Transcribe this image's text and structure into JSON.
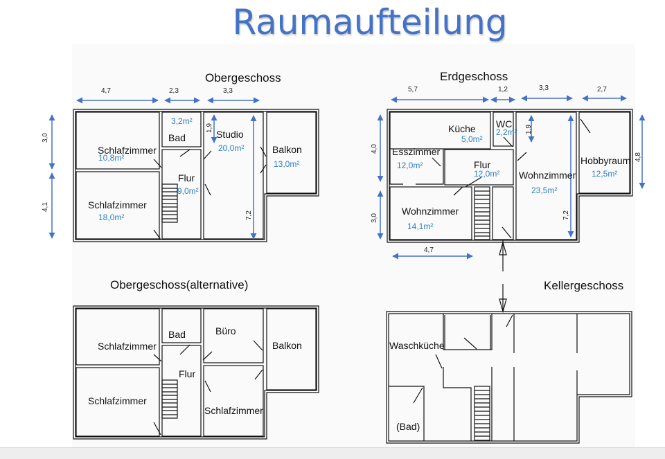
{
  "title": "Raumaufteilung",
  "colors": {
    "title": "#4472c4",
    "area_text": "#2e7fc1",
    "arrow": "#4472c4",
    "wall": "#111111"
  },
  "plans": {
    "obergeschoss": {
      "heading": "Obergeschoss",
      "dims_top": [
        "4,7",
        "2,3",
        "3,3"
      ],
      "dims_side": [
        "3,0",
        "4,1"
      ],
      "dim_inner_short": "1,9",
      "dim_inner_long": "7,2",
      "rooms": [
        {
          "name": "Schlafzimmer",
          "area": "10,8m²"
        },
        {
          "name": "Bad",
          "area": "3,2m²"
        },
        {
          "name": "Studio",
          "area": "20,0m²"
        },
        {
          "name": "Balkon",
          "area": "13,0m²"
        },
        {
          "name": "Flur",
          "area": "9,0m²"
        },
        {
          "name": "Schlafzimmer",
          "area": "18,0m²"
        }
      ]
    },
    "erdgeschoss": {
      "heading": "Erdgeschoss",
      "dims_top": [
        "5,7",
        "1,2",
        "3,3",
        "2,7"
      ],
      "dims_left": [
        "4,0",
        "3,0"
      ],
      "dim_right": "4,8",
      "dim_bottom": "4,7",
      "dim_inner_short": "1,9",
      "dim_inner_long": "7,2",
      "rooms": [
        {
          "name": "Küche",
          "area": "5,0m²"
        },
        {
          "name": "WC",
          "area": "2,2m²"
        },
        {
          "name": "Esszimmer",
          "area": "12,0m²"
        },
        {
          "name": "Flur",
          "area": "12,0m²"
        },
        {
          "name": "Wohnzimmer",
          "area": "23,5m²"
        },
        {
          "name": "Hobbyraum",
          "area": "12,5m²"
        },
        {
          "name": "Wohnzimmer",
          "area": "14,1m²"
        }
      ]
    },
    "obergeschoss_alt": {
      "heading": "Obergeschoss(alternative)",
      "rooms": [
        "Bad",
        "Büro",
        "Schlafzimmer",
        "Balkon",
        "Flur",
        "Schlafzimmer",
        "Schlafzimmer"
      ]
    },
    "kellergeschoss": {
      "heading": "Kellergeschoss",
      "rooms": [
        "Waschküche",
        "(Bad)"
      ]
    }
  }
}
